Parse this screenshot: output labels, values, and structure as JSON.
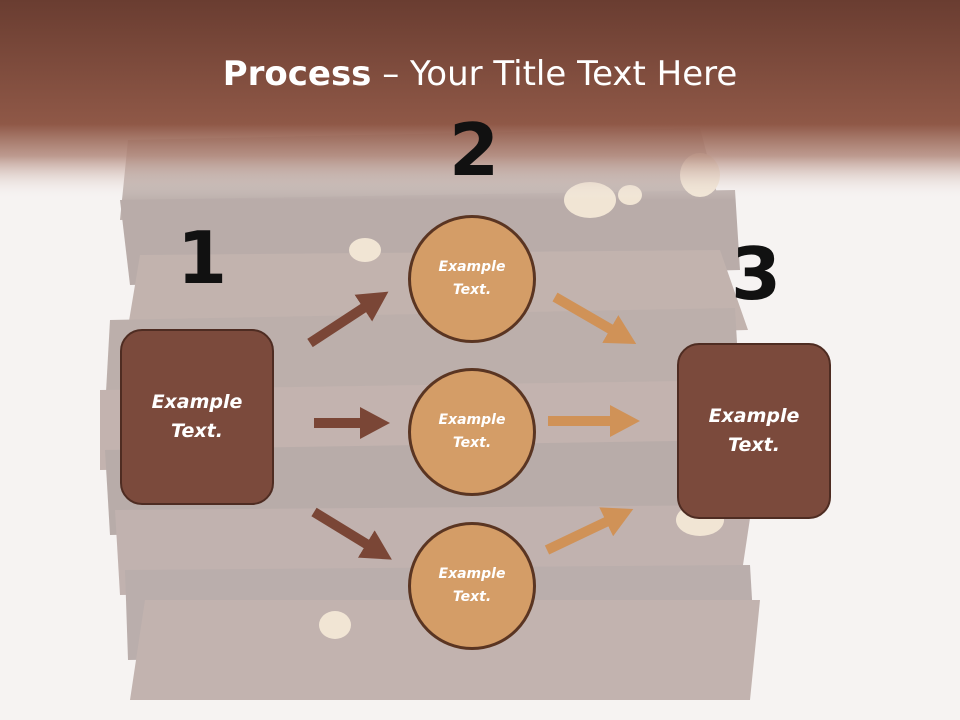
{
  "title": {
    "bold": "Process",
    "rest": " – Your Title Text Here"
  },
  "steps": {
    "one": "1",
    "two": "2",
    "three": "3"
  },
  "left_box": {
    "line1": "Example",
    "line2": "Text."
  },
  "right_box": {
    "line1": "Example",
    "line2": "Text."
  },
  "circles": [
    {
      "line1": "Example",
      "line2": "Text."
    },
    {
      "line1": "Example",
      "line2": "Text."
    },
    {
      "line1": "Example",
      "line2": "Text."
    }
  ],
  "colors": {
    "header": "#8a5443",
    "box_fill": "#7b4a3c",
    "circle_fill": "#d49d67",
    "dark_arrow": "#7a4636",
    "light_arrow": "#d09257"
  }
}
